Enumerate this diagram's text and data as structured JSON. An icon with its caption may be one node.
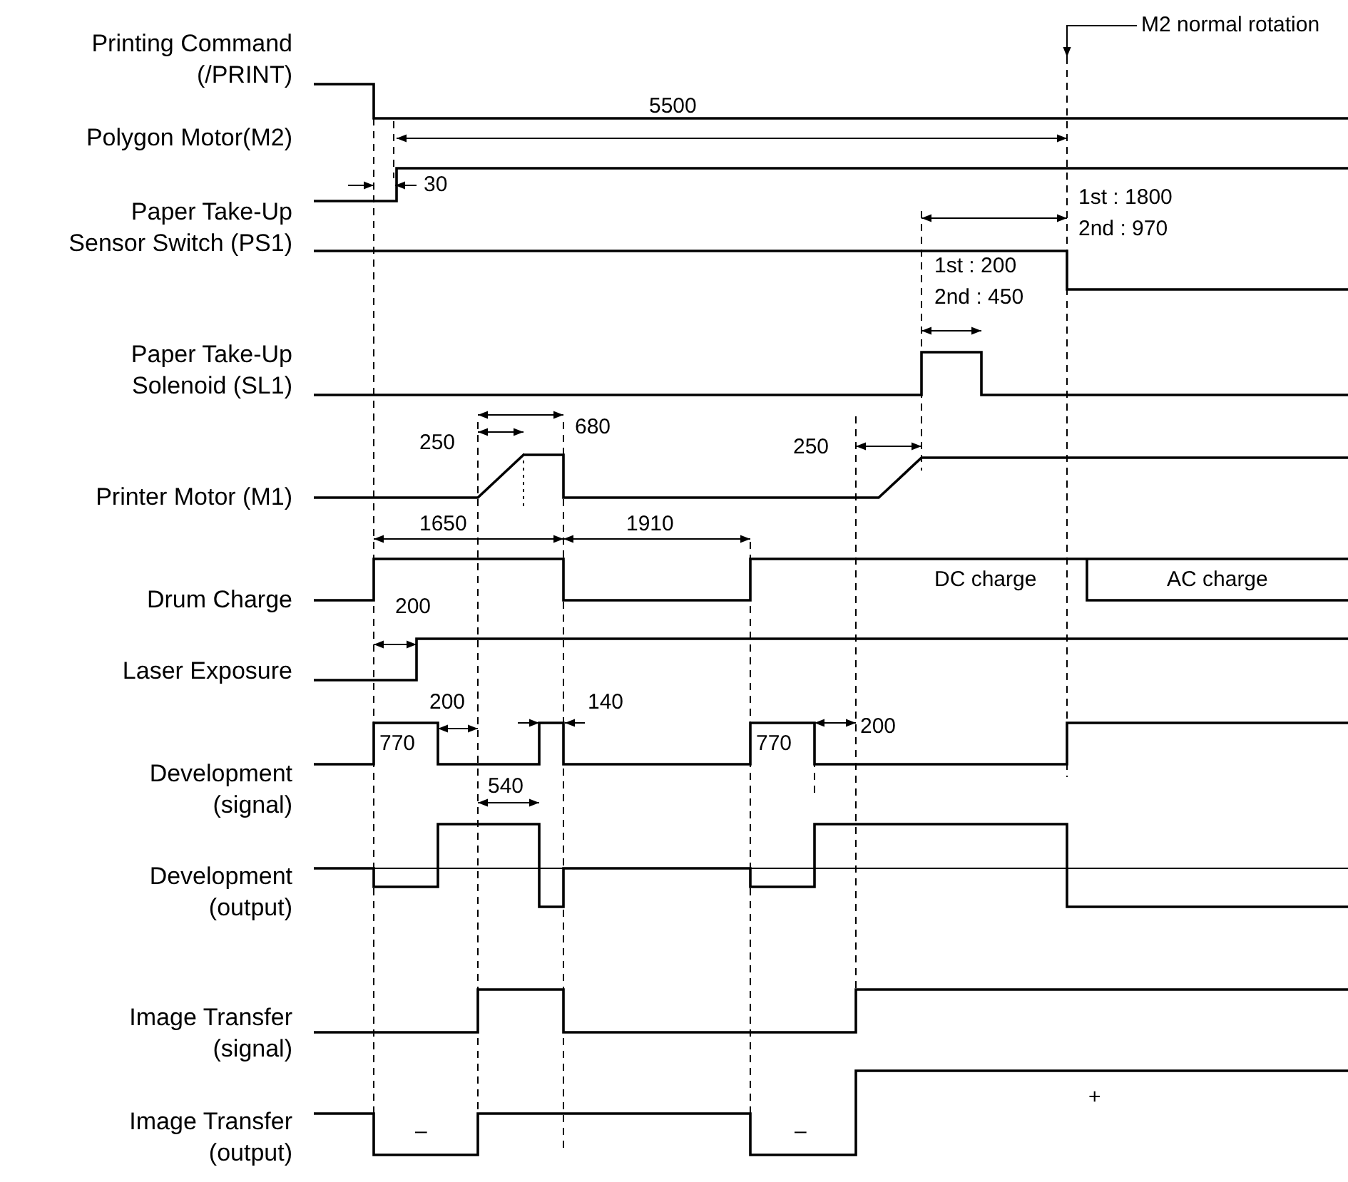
{
  "diagram": {
    "nodes": [
      {
        "text": [
          "M2 normal rotation"
        ]
      },
      {
        "text": [],
        "shape": "line"
      }
    ],
    "edges": [
      {
        "from": 0,
        "to": 1,
        "arrow": "to"
      }
    ],
    "labels": [
      "Printing Command (/PRINT)",
      "5500",
      "Polygon Motor(M2)",
      "30",
      "Paper Take-Up Sensor Switch (PS1)",
      "1st : 1800",
      "2nd : 970",
      "1st : 200",
      "2nd : 450",
      "Paper Take-Up Solenoid (SL1)",
      "680",
      "250",
      "250",
      "Printer Motor (M1)",
      "1650",
      "1910",
      "DC charge",
      "AC charge",
      "Drum Charge",
      "200",
      "Laser Exposure",
      "200",
      "140",
      "770",
      "770",
      "200",
      "Development (signal)",
      "540",
      "Development (output)",
      "Image Transfer (signal)",
      "–",
      "–",
      "+",
      "Image Transfer (output)"
    ]
  }
}
